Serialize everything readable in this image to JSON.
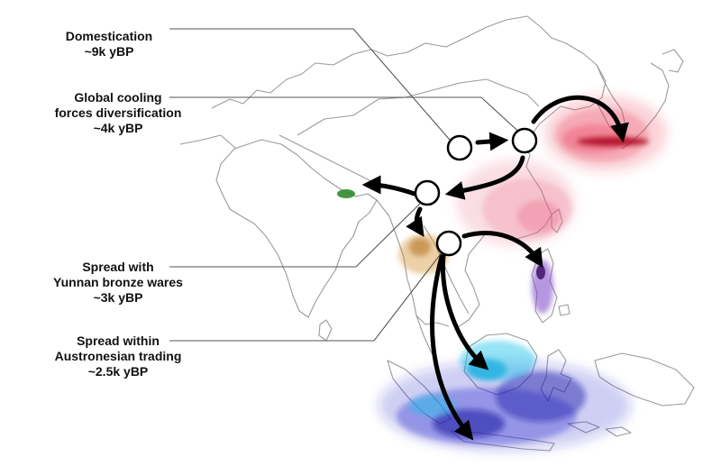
{
  "annotations": [
    {
      "id": "domestication",
      "lines": [
        "Domestication",
        "~9k yBP"
      ]
    },
    {
      "id": "global-cooling",
      "lines": [
        "Global cooling",
        "forces diversification",
        "~4k yBP"
      ]
    },
    {
      "id": "yunnan-bronze",
      "lines": [
        "Spread with",
        "Yunnan bronze wares",
        "~3k yBP"
      ]
    },
    {
      "id": "austronesian",
      "lines": [
        "Spread within",
        "Austronesian trading",
        "~2.5k yBP"
      ]
    }
  ],
  "regions": {
    "japan_korea": {
      "color": "#e8334f"
    },
    "south_china": {
      "color": "#e85a7a"
    },
    "himalaya": {
      "color": "#2e8b2e"
    },
    "indochina": {
      "color": "#d08a20"
    },
    "philippines": {
      "color": "#7a3fc7"
    },
    "borneo_sulawesi": {
      "color": "#18c4e8"
    },
    "indonesia": {
      "color": "#2a2acf"
    }
  },
  "colors": {
    "coastline": "#9a9a9a",
    "arrow": "#000000",
    "leader": "#555555",
    "node_fill": "#ffffff",
    "node_stroke": "#000000"
  }
}
